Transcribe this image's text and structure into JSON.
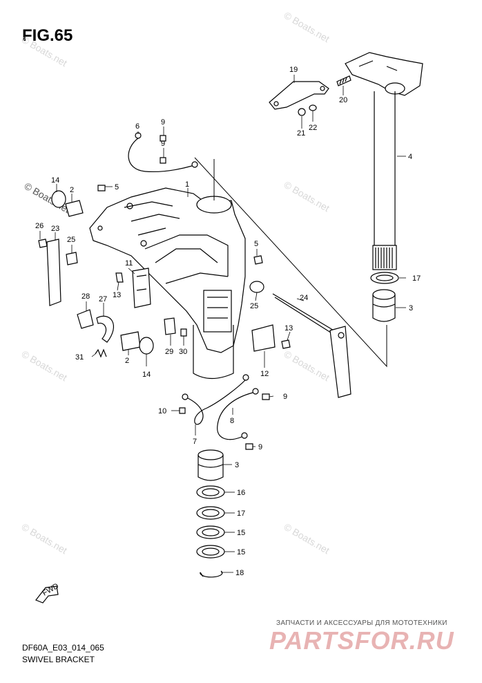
{
  "figure": {
    "title": "FIG.65",
    "code": "DF60A_E03_014_065",
    "name": "SWIVEL BRACKET"
  },
  "watermark": {
    "text": "© Boats.net",
    "dark_text": "© Boats.net"
  },
  "brand": {
    "top_text": "ЗАПЧАСТИ И АКСЕССУАРЫ ДЛЯ МОТОТЕХНИКИ",
    "logo_text": "PARTSFOR.RU"
  },
  "fwd_label": "FWD",
  "callouts": [
    {
      "id": "c1",
      "text": "1"
    },
    {
      "id": "c2a",
      "text": "2"
    },
    {
      "id": "c2b",
      "text": "2"
    },
    {
      "id": "c3a",
      "text": "3"
    },
    {
      "id": "c3b",
      "text": "3"
    },
    {
      "id": "c4",
      "text": "4"
    },
    {
      "id": "c5a",
      "text": "5"
    },
    {
      "id": "c5b",
      "text": "5"
    },
    {
      "id": "c6",
      "text": "6"
    },
    {
      "id": "c7",
      "text": "7"
    },
    {
      "id": "c8",
      "text": "8"
    },
    {
      "id": "c9a",
      "text": "9"
    },
    {
      "id": "c9b",
      "text": "9"
    },
    {
      "id": "c9c",
      "text": "9"
    },
    {
      "id": "c9d",
      "text": "9"
    },
    {
      "id": "c10",
      "text": "10"
    },
    {
      "id": "c11",
      "text": "11"
    },
    {
      "id": "c12",
      "text": "12"
    },
    {
      "id": "c13a",
      "text": "13"
    },
    {
      "id": "c13b",
      "text": "13"
    },
    {
      "id": "c14a",
      "text": "14"
    },
    {
      "id": "c14b",
      "text": "14"
    },
    {
      "id": "c15a",
      "text": "15"
    },
    {
      "id": "c15b",
      "text": "15"
    },
    {
      "id": "c16",
      "text": "16"
    },
    {
      "id": "c17a",
      "text": "17"
    },
    {
      "id": "c17b",
      "text": "17"
    },
    {
      "id": "c18",
      "text": "18"
    },
    {
      "id": "c19",
      "text": "19"
    },
    {
      "id": "c20",
      "text": "20"
    },
    {
      "id": "c21",
      "text": "21"
    },
    {
      "id": "c22",
      "text": "22"
    },
    {
      "id": "c23",
      "text": "23"
    },
    {
      "id": "c24",
      "text": "24"
    },
    {
      "id": "c25a",
      "text": "25"
    },
    {
      "id": "c25b",
      "text": "25"
    },
    {
      "id": "c26",
      "text": "26"
    },
    {
      "id": "c27",
      "text": "27"
    },
    {
      "id": "c28",
      "text": "28"
    },
    {
      "id": "c29",
      "text": "29"
    },
    {
      "id": "c30",
      "text": "30"
    },
    {
      "id": "c31",
      "text": "31"
    }
  ]
}
